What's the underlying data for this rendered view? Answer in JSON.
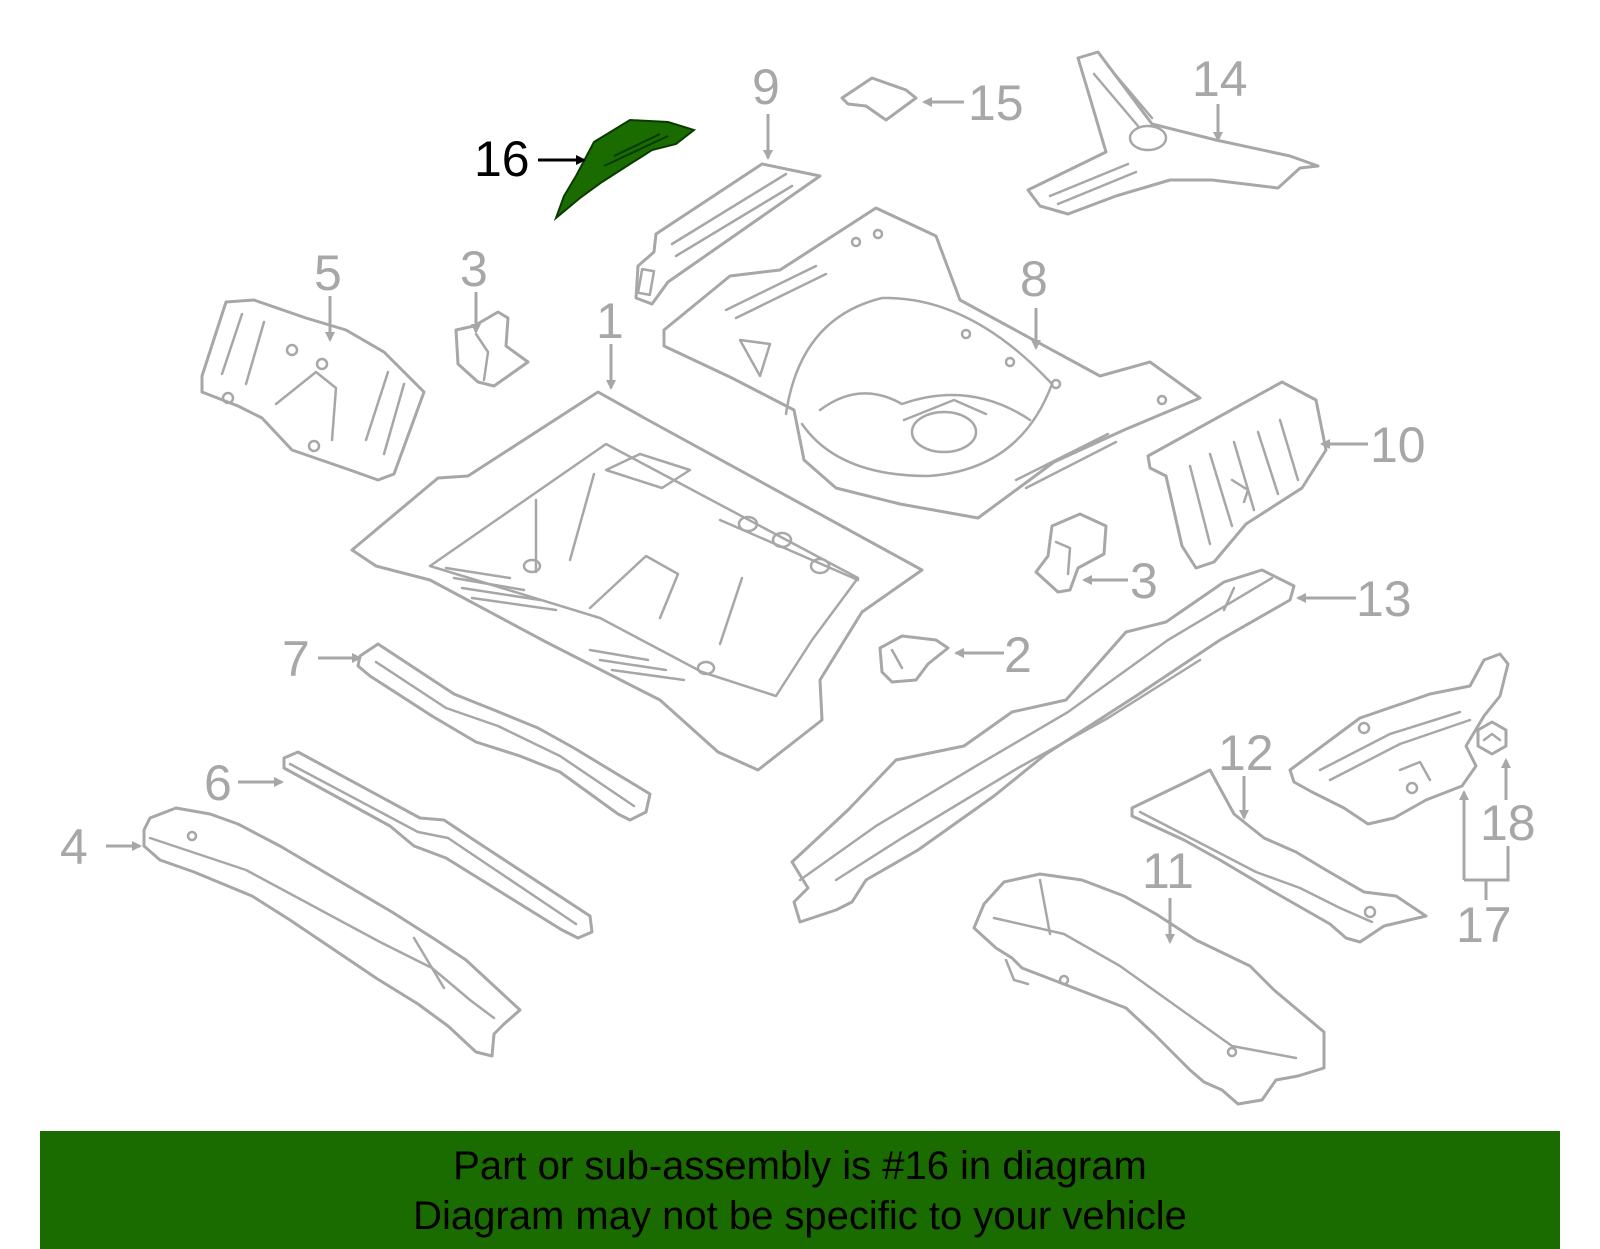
{
  "diagram": {
    "highlighted_part": "16",
    "highlight_color": "#1a6b00",
    "line_color": "#a7a7a7",
    "callouts": [
      "1",
      "2",
      "3",
      "3",
      "4",
      "5",
      "6",
      "7",
      "8",
      "9",
      "10",
      "11",
      "12",
      "13",
      "14",
      "15",
      "16",
      "17",
      "18"
    ]
  },
  "banner": {
    "line1": "Part or sub-assembly is #16 in diagram",
    "line2": "Diagram may not be specific to your vehicle",
    "background": "#1a6b00"
  }
}
